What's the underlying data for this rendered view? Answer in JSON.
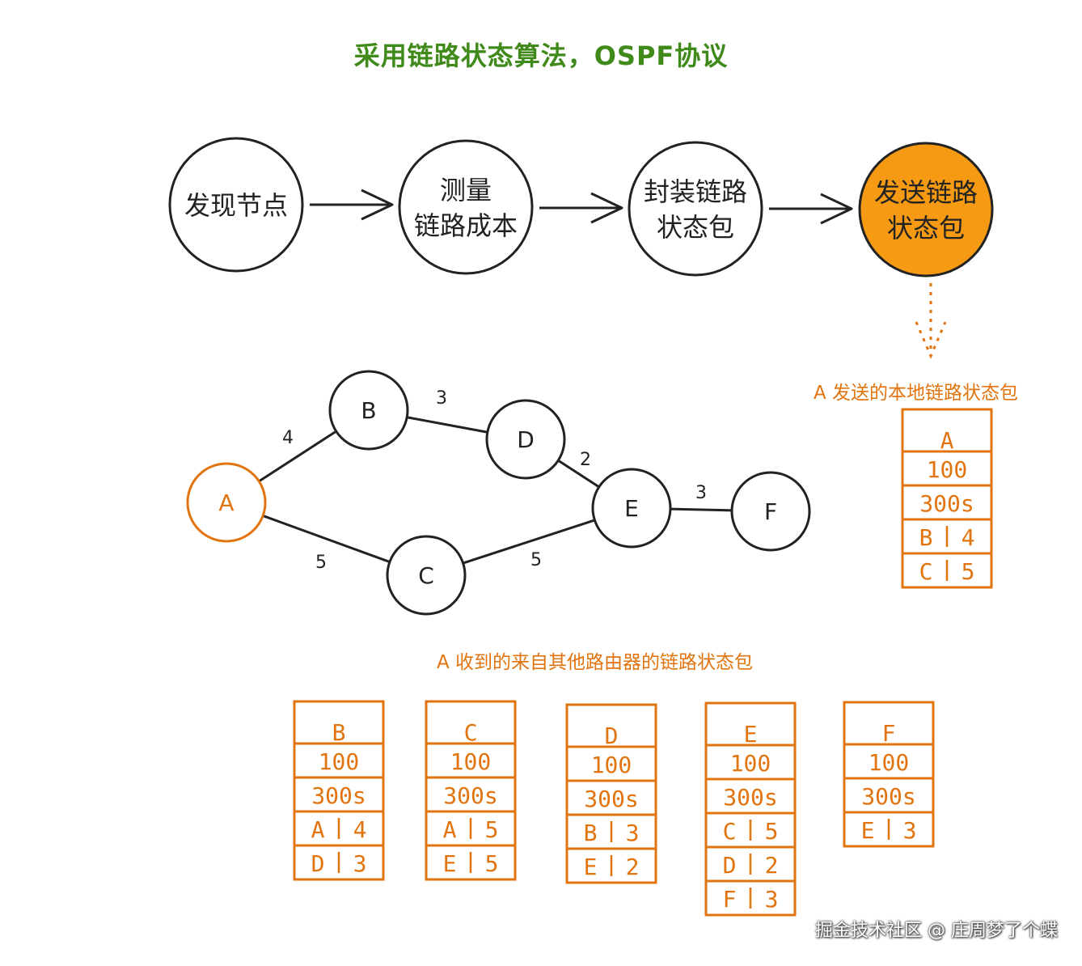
{
  "title": "采用链路状态算法，OSPF协议",
  "steps": [
    {
      "lines": [
        "发现节点"
      ]
    },
    {
      "lines": [
        "测量",
        "链路成本"
      ]
    },
    {
      "lines": [
        "封装链路",
        "状态包"
      ]
    },
    {
      "lines": [
        "发送链路",
        "状态包"
      ]
    }
  ],
  "sent_label": "A  发送的本地链路状态包",
  "received_label": "A  收到的来自其他路由器的链路状态包",
  "nodes": [
    "A",
    "B",
    "C",
    "D",
    "E",
    "F"
  ],
  "edges": [
    {
      "from": "A",
      "to": "B",
      "cost": "4"
    },
    {
      "from": "A",
      "to": "C",
      "cost": "5"
    },
    {
      "from": "B",
      "to": "D",
      "cost": "3"
    },
    {
      "from": "C",
      "to": "E",
      "cost": "5"
    },
    {
      "from": "D",
      "to": "E",
      "cost": "2"
    },
    {
      "from": "E",
      "to": "F",
      "cost": "3"
    }
  ],
  "packets": {
    "A": {
      "name": "A",
      "seq": "100",
      "age": "300s",
      "links": [
        [
          "B",
          "4"
        ],
        [
          "C",
          "5"
        ]
      ]
    },
    "B": {
      "name": "B",
      "seq": "100",
      "age": "300s",
      "links": [
        [
          "A",
          "4"
        ],
        [
          "D",
          "3"
        ]
      ]
    },
    "C": {
      "name": "C",
      "seq": "100",
      "age": "300s",
      "links": [
        [
          "A",
          "5"
        ],
        [
          "E",
          "5"
        ]
      ]
    },
    "D": {
      "name": "D",
      "seq": "100",
      "age": "300s",
      "links": [
        [
          "B",
          "3"
        ],
        [
          "E",
          "2"
        ]
      ]
    },
    "E": {
      "name": "E",
      "seq": "100",
      "age": "300s",
      "links": [
        [
          "C",
          "5"
        ],
        [
          "D",
          "2"
        ],
        [
          "F",
          "3"
        ]
      ]
    },
    "F": {
      "name": "F",
      "seq": "100",
      "age": "300s",
      "links": [
        [
          "E",
          "3"
        ]
      ]
    }
  },
  "watermark": "掘金技术社区 @ 庄周梦了个蝶",
  "colors": {
    "title": "#3f8a1a",
    "accent": "#e2740f",
    "active_fill": "#f59a12",
    "ink": "#222222"
  }
}
